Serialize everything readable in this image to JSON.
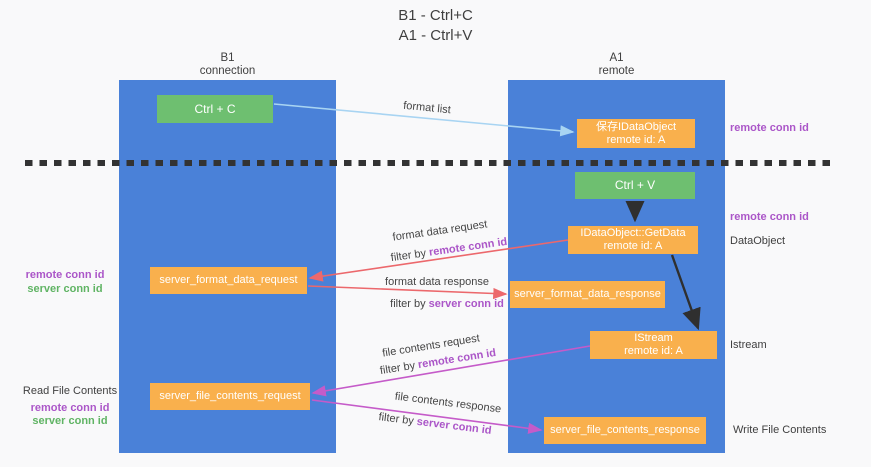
{
  "title": {
    "line1": "B1 - Ctrl+C",
    "line2": "A1 - Ctrl+V"
  },
  "lifelines": {
    "left": {
      "name": "B1",
      "role": "connection"
    },
    "right": {
      "name": "A1",
      "role": "remote"
    }
  },
  "boxes": {
    "ctrl_c": {
      "label": "Ctrl + C"
    },
    "save_idataobject": {
      "line1": "保存IDataObject",
      "line2": "remote id: A"
    },
    "ctrl_v": {
      "label": "Ctrl + V"
    },
    "getdata": {
      "line1": "IDataObject::GetData",
      "line2": "remote id: A"
    },
    "format_request": {
      "label": "server_format_data_request"
    },
    "format_response": {
      "label": "server_format_data_response"
    },
    "istream": {
      "line1": "IStream",
      "line2": "remote id: A"
    },
    "file_request": {
      "label": "server_file_contents_request"
    },
    "file_response": {
      "label": "server_file_contents_response"
    }
  },
  "arrow_labels": {
    "format_list": "format list",
    "format_data_request": {
      "line1": "format data request",
      "prefix": "filter by ",
      "key": "remote conn id"
    },
    "format_data_response": {
      "line1": "format data response",
      "prefix": "filter by ",
      "key": "server conn id"
    },
    "file_contents_request": {
      "line1": "file contents request",
      "prefix": "filter by ",
      "key": "remote conn id"
    },
    "file_contents_response": {
      "line1": "file contents response",
      "prefix": "filter by ",
      "key": "server conn id"
    }
  },
  "annotations": {
    "left_group1": {
      "remote": "remote conn id",
      "server": "server conn id"
    },
    "left_group2": {
      "title": "Read File Contents",
      "remote": "remote conn id",
      "server": "server conn id"
    },
    "right_top_remote": "remote conn id",
    "right_mid_remote": "remote conn id",
    "right_dataobject": "DataObject",
    "right_istream": "Istream",
    "right_write": "Write File Contents"
  },
  "colors": {
    "lifeline_blue": "#4a81d8",
    "box_green": "#6ebf70",
    "box_orange": "#f9b04d",
    "purple_text": "#ab56c8",
    "green_text": "#60b464",
    "arrow_red": "#ec686c",
    "arrow_magenta": "#c55bc9",
    "arrow_light_blue": "#a8d4f2",
    "arrow_black": "#2f2f2f",
    "dashed_line": "#333333"
  }
}
